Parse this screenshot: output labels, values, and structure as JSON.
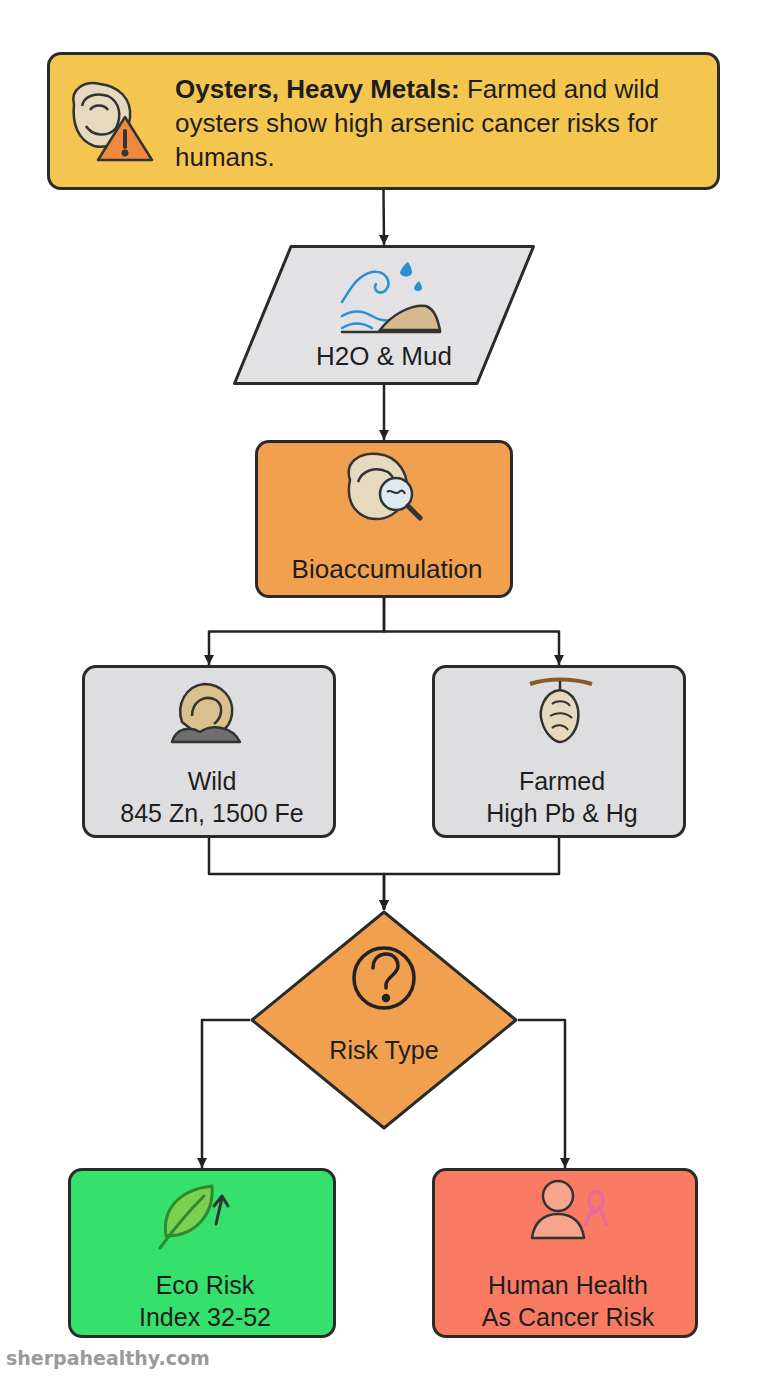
{
  "diagram": {
    "nodes": [
      {
        "text": [
          "Oysters, Heavy Metals:",
          "Farmed and wild oysters show high arsenic cancer risks for humans."
        ]
      },
      {
        "text": [
          "H2O & Mud"
        ]
      },
      {
        "text": [
          "Bioaccumulation"
        ]
      },
      {
        "text": [
          "Wild",
          "845 Zn, 1500 Fe"
        ]
      },
      {
        "text": [
          "Farmed",
          "High Pb & Hg"
        ]
      },
      {
        "text": [
          "Risk Type"
        ]
      },
      {
        "text": [
          "Eco Risk",
          "Index 32-52"
        ]
      },
      {
        "text": [
          "Human Health",
          "As Cancer Risk"
        ]
      }
    ],
    "edges": [
      {
        "from": 0,
        "to": 1,
        "arrow": "to"
      },
      {
        "from": 1,
        "to": 2,
        "arrow": "to"
      },
      {
        "from": 2,
        "to": 3,
        "arrow": "to"
      },
      {
        "from": 2,
        "to": 4,
        "arrow": "to"
      },
      {
        "from": 3,
        "to": 5,
        "arrow": "to"
      },
      {
        "from": 4,
        "to": 5,
        "arrow": "to"
      },
      {
        "from": 5,
        "to": 6,
        "arrow": "to"
      },
      {
        "from": 5,
        "to": 7,
        "arrow": "to"
      }
    ],
    "labels": [
      "sherpahealthy.com"
    ]
  }
}
